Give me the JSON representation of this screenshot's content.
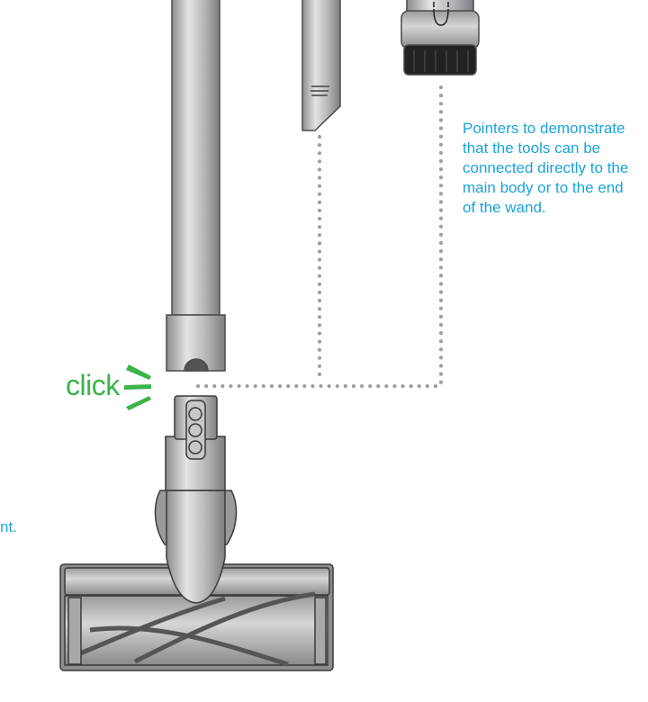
{
  "colors": {
    "annotation_text": "#1aa3dc",
    "click_label": "#3bb44a",
    "metal": "#b9b9bb",
    "outline": "#4a4a4a",
    "dotted_pointer": "#9d9d9d",
    "bristles": "#222222"
  },
  "annotation": {
    "lines": [
      "Pointers to demonstrate",
      "that the tools can be",
      "connected directly to the",
      "main body or to the end",
      "of the wand."
    ]
  },
  "left_fragment": "nt.",
  "click_label": "click",
  "icons": [
    "wand",
    "crevice-tool",
    "brush-tool",
    "floor-cleaner-head",
    "click-rays"
  ]
}
